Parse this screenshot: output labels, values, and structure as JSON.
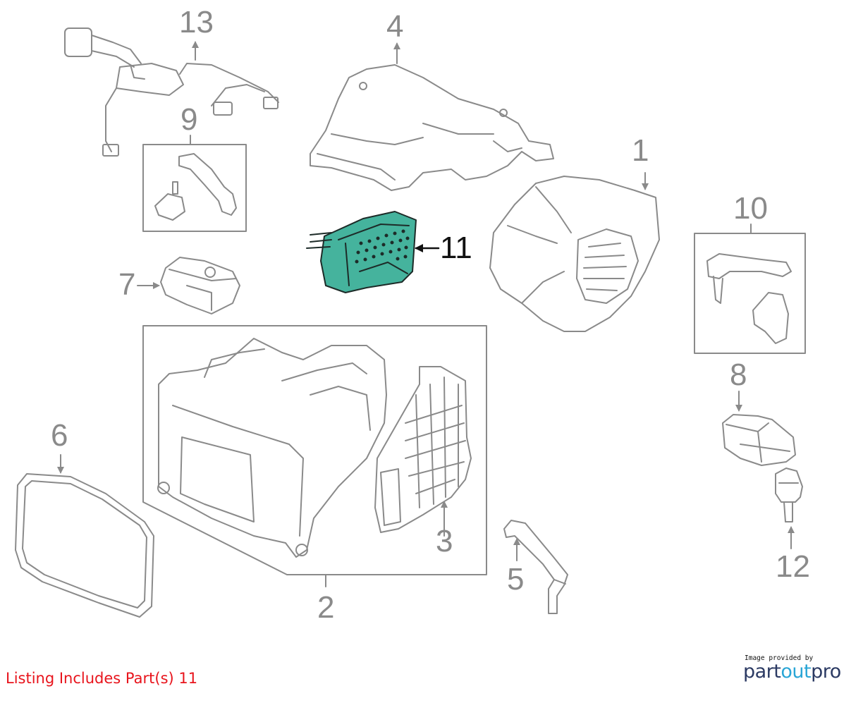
{
  "diagram": {
    "highlight_color": "#45b39d",
    "line_color": "#8a8a8a",
    "callouts": [
      "1",
      "2",
      "3",
      "4",
      "5",
      "6",
      "7",
      "8",
      "9",
      "10",
      "11",
      "12",
      "13"
    ],
    "highlighted": "11"
  },
  "footer": {
    "listing_text": "Listing Includes Part(s) 11",
    "listing_color": "#e8141c"
  },
  "brand": {
    "caption": "Image provided by",
    "name_part": "part",
    "name_out": "out",
    "name_pro": "pro"
  }
}
